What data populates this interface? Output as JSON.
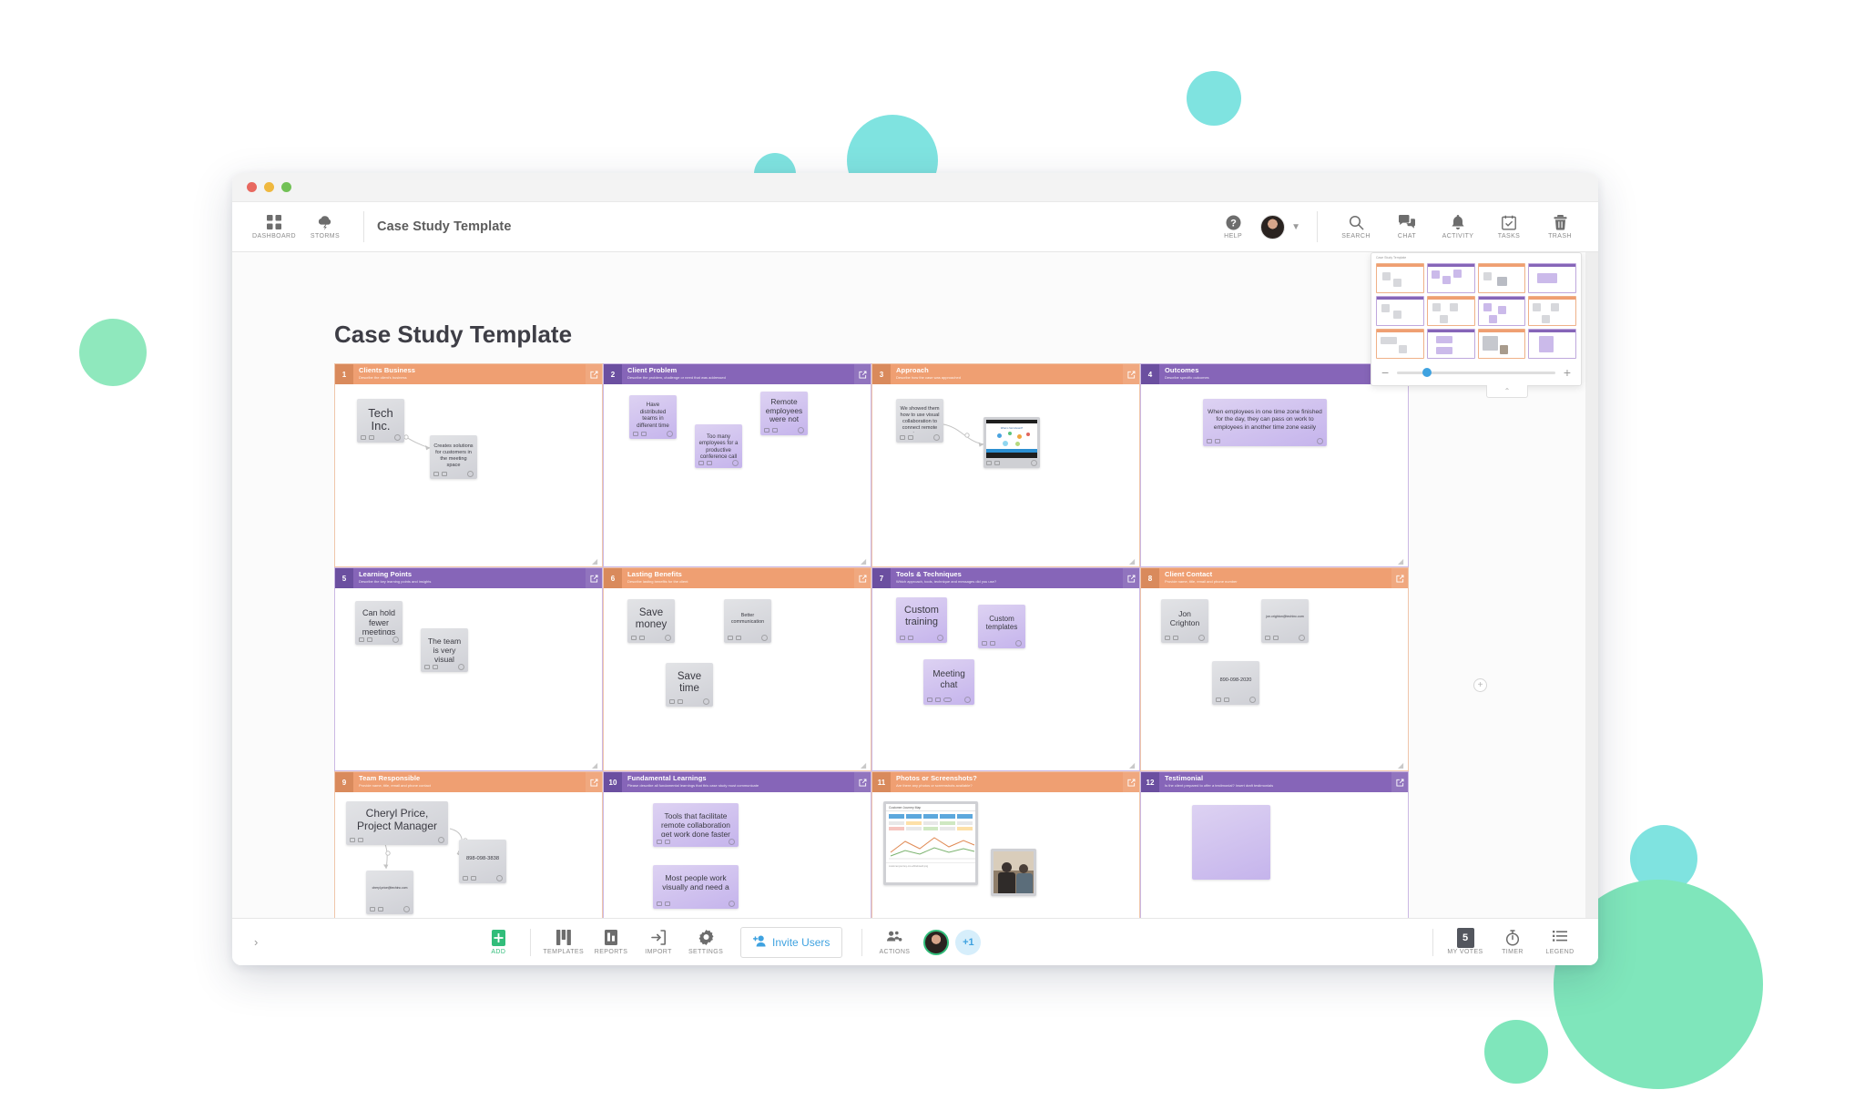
{
  "window": {
    "title": "Case Study Template"
  },
  "header": {
    "left_buttons": [
      {
        "label": "DASHBOARD",
        "icon": "grid-icon"
      },
      {
        "label": "STORMS",
        "icon": "cloud-storm-icon"
      }
    ],
    "board_title": "Case Study Template",
    "right_buttons": [
      {
        "label": "HELP",
        "icon": "help-circle-icon"
      },
      {
        "label": "SEARCH",
        "icon": "search-icon"
      },
      {
        "label": "CHAT",
        "icon": "chat-icon"
      },
      {
        "label": "ACTIVITY",
        "icon": "bell-icon"
      },
      {
        "label": "TASKS",
        "icon": "calendar-check-icon"
      },
      {
        "label": "TRASH",
        "icon": "trash-icon"
      }
    ]
  },
  "board": {
    "title": "Case Study Template",
    "cards": [
      {
        "num": "1",
        "title": "Clients Business",
        "subtitle": "Describe the client's business",
        "accent": "orange"
      },
      {
        "num": "2",
        "title": "Client Problem",
        "subtitle": "Describe the problem, challenge or need that was addressed",
        "accent": "purple"
      },
      {
        "num": "3",
        "title": "Approach",
        "subtitle": "Describe how the case was approached",
        "accent": "orange"
      },
      {
        "num": "4",
        "title": "Outcomes",
        "subtitle": "Describe specific outcomes",
        "accent": "purple"
      },
      {
        "num": "5",
        "title": "Learning Points",
        "subtitle": "Describe the key learning points and insights",
        "accent": "purple"
      },
      {
        "num": "6",
        "title": "Lasting Benefits",
        "subtitle": "Describe lasting benefits for the client",
        "accent": "orange"
      },
      {
        "num": "7",
        "title": "Tools & Techniques",
        "subtitle": "Which approach, tools, technique and messages did you use?",
        "accent": "purple"
      },
      {
        "num": "8",
        "title": "Client Contact",
        "subtitle": "Provide name, title, email and phone number",
        "accent": "orange"
      },
      {
        "num": "9",
        "title": "Team Responsible",
        "subtitle": "Provide name, title, email and phone contact",
        "accent": "orange"
      },
      {
        "num": "10",
        "title": "Fundamental Learnings",
        "subtitle": "Please describe all fundamental learnings that this case study must communicate",
        "accent": "purple"
      },
      {
        "num": "11",
        "title": "Photos or Screenshots?",
        "subtitle": "Are there any photos or screenshots available?",
        "accent": "orange"
      },
      {
        "num": "12",
        "title": "Testimonial",
        "subtitle": "Is the client prepared to offer a testimonial? Insert draft testimonials",
        "accent": "purple"
      }
    ],
    "notes": {
      "n1a": "Tech Inc.",
      "n1b": "Creates solutions for customers in the meeting space",
      "n2a": "Have distributed teams in different time zones",
      "n2b": "Too many employees for a productive conference call",
      "n2c": "Remote employees were not engaged",
      "n3a": "We showed them how to use visual collaboration to connect remote teams",
      "n4a": "When employees in one time zone finished for the day, they can pass on work to employees in another time zone easily",
      "n5a": "Can hold fewer meetings",
      "n5b": "The team is very visual",
      "n6a": "Save money",
      "n6b": "Better communication",
      "n6c": "Save time",
      "n7a": "Custom training",
      "n7b": "Custom templates",
      "n7c": "Meeting chat",
      "n8a": "Jon Crighton",
      "n8b": "jon.crighton@techinc.com",
      "n8c": "890-098-2020",
      "n9a": "Cheryl Price, Project Manager",
      "n9b": "898-098-3838",
      "n9c": "cheryl.price@techinc.com",
      "n10a": "Tools that facilitate remote collaboration get work done faster",
      "n10b": "Most people work visually and need a",
      "n11a": "Customer Journey Map",
      "n11b": "customer-journey-mo-whiteboard.png"
    }
  },
  "minimap": {
    "title": "Case Study Template",
    "zoom": {
      "minus": "−",
      "plus": "+"
    },
    "collapse": "⌃"
  },
  "footer": {
    "expand": "›",
    "buttons": [
      {
        "label": "ADD",
        "icon": "add-note-icon"
      },
      {
        "label": "TEMPLATES",
        "icon": "templates-icon"
      },
      {
        "label": "REPORTS",
        "icon": "report-doc-icon"
      },
      {
        "label": "IMPORT",
        "icon": "import-arrow-icon"
      },
      {
        "label": "SETTINGS",
        "icon": "gear-icon"
      }
    ],
    "invite_label": "Invite Users",
    "actions_label": "ACTIONS",
    "plus_one": "+1",
    "right_buttons": [
      {
        "label": "MY VOTES",
        "icon": "votes-badge-icon",
        "value": "5"
      },
      {
        "label": "TIMER",
        "icon": "stopwatch-icon"
      },
      {
        "label": "LEGEND",
        "icon": "list-icon"
      }
    ]
  },
  "colors": {
    "orange": "#ef9f72",
    "purple": "#8665b8",
    "accent_blue": "#3fa2e0",
    "accent_green": "#31bd7a"
  }
}
